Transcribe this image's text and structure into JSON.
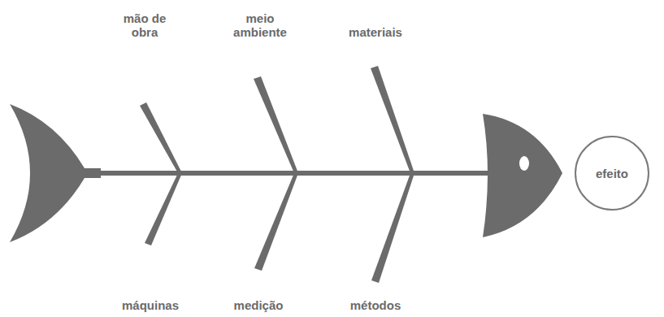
{
  "diagram": {
    "nodes": [
      {
        "text": [
          "efeito"
        ]
      }
    ],
    "labels": [
      "mão de obra",
      "meio ambiente",
      "materiais",
      "máquinas",
      "medição",
      "métodos"
    ]
  }
}
